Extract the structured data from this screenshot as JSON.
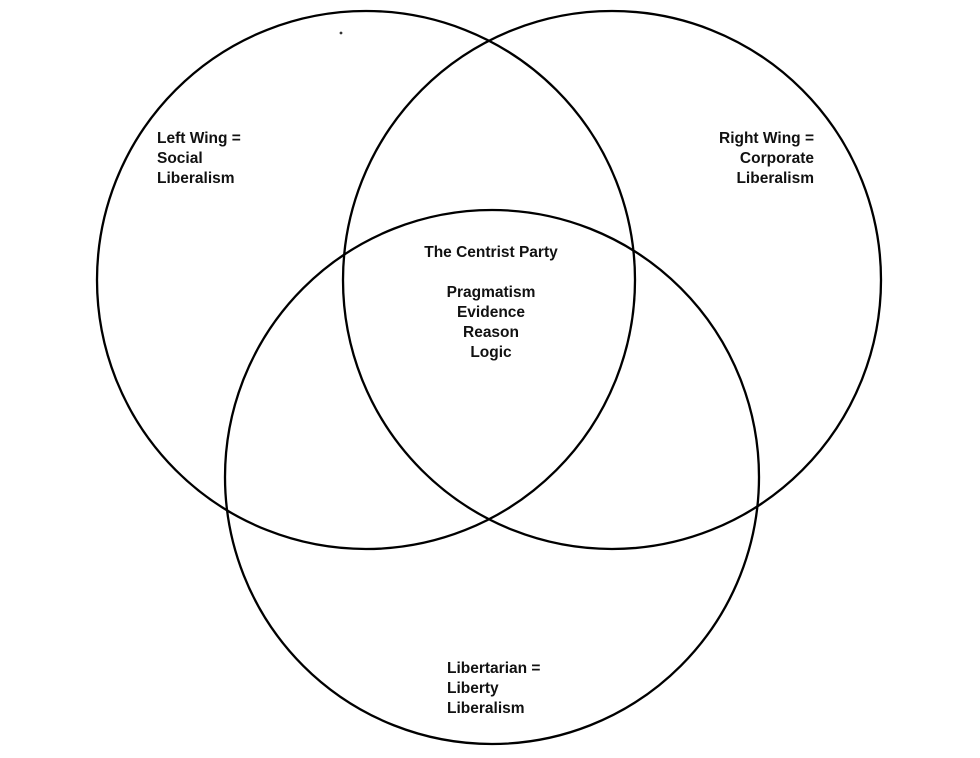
{
  "canvas": {
    "background_color": "#ffffff"
  },
  "diagram": {
    "type": "venn",
    "stroke_color": "#000000",
    "text_color": "#111111",
    "left_circle_label": {
      "lines": [
        "Left Wing =",
        "Social",
        "Liberalism"
      ]
    },
    "right_circle_label": {
      "lines": [
        "Right Wing =",
        "Corporate",
        "Liberalism"
      ]
    },
    "bottom_circle_label": {
      "lines": [
        "Libertarian =",
        "Liberty",
        "Liberalism"
      ]
    },
    "center_label": {
      "title": "The Centrist Party",
      "items": [
        "Pragmatism",
        "Evidence",
        "Reason",
        "Logic"
      ]
    }
  }
}
